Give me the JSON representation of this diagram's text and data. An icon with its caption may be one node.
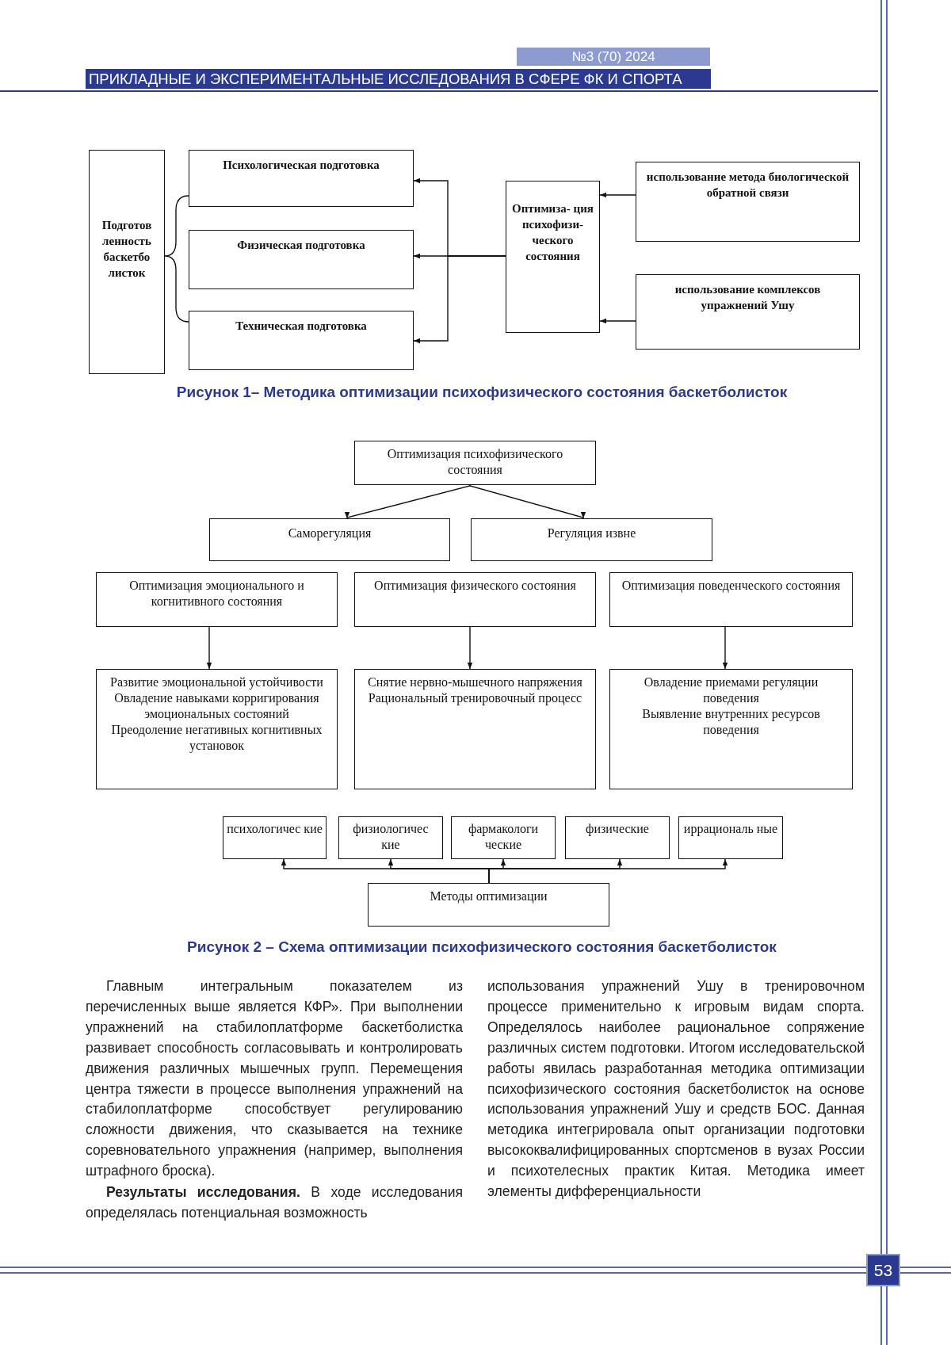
{
  "diagram": {
    "nodes": [
      {
        "text": [
          "Подготов ленность баскетбо листок"
        ]
      },
      {
        "text": [
          "Психологическая подготовка"
        ]
      },
      {
        "text": [
          "Физическая подготовка"
        ]
      },
      {
        "text": [
          "Техническая подготовка"
        ]
      },
      {
        "text": [
          "Оптимиза- ция психофизи- ческого состояния"
        ]
      },
      {
        "text": [
          "использование метода биологической обратной связи"
        ]
      },
      {
        "text": [
          "использование комплексов упражнений Ушу"
        ]
      },
      {
        "text": [
          "Оптимизация психофизического состояния"
        ]
      },
      {
        "text": [
          "Саморегуляция"
        ]
      },
      {
        "text": [
          "Регуляция извне"
        ]
      },
      {
        "text": [
          "Оптимизация эмоционального и когнитивного состояния"
        ]
      },
      {
        "text": [
          "Оптимизация физического состояния"
        ]
      },
      {
        "text": [
          "Оптимизация поведенческого состояния"
        ]
      },
      {
        "text": [
          "Развитие эмоциональной устойчивости",
          "Овладение навыками корригирования эмоциональных состояний",
          "Преодоление негативных когнитивных установок"
        ]
      },
      {
        "text": [
          "Снятие нервно-мышечного напряжения",
          "Рациональный тренировочный процесс"
        ]
      },
      {
        "text": [
          "Овладение приемами регуляции поведения",
          "Выявление внутренних ресурсов поведения"
        ]
      },
      {
        "text": [
          "психологичес кие"
        ]
      },
      {
        "text": [
          "физиологичес кие"
        ]
      },
      {
        "text": [
          "фармакологи ческие"
        ]
      },
      {
        "text": [
          "физические"
        ]
      },
      {
        "text": [
          "иррациональ ные"
        ]
      },
      {
        "text": [
          "Методы оптимизации"
        ]
      }
    ],
    "edges": [
      {
        "from": 5,
        "to": 4,
        "arrow": "to"
      },
      {
        "from": 6,
        "to": 4,
        "arrow": "to"
      },
      {
        "from": 4,
        "to": 1,
        "arrow": "to"
      },
      {
        "from": 4,
        "to": 2,
        "arrow": "to"
      },
      {
        "from": 4,
        "to": 3,
        "arrow": "to"
      },
      {
        "from": 7,
        "to": 8,
        "arrow": "to"
      },
      {
        "from": 7,
        "to": 9,
        "arrow": "to"
      },
      {
        "from": 10,
        "to": 13,
        "arrow": "to"
      },
      {
        "from": 11,
        "to": 14,
        "arrow": "to"
      },
      {
        "from": 12,
        "to": 15,
        "arrow": "to"
      },
      {
        "from": 21,
        "to": 16,
        "arrow": "to"
      },
      {
        "from": 21,
        "to": 17,
        "arrow": "to"
      },
      {
        "from": 21,
        "to": 18,
        "arrow": "to"
      },
      {
        "from": 21,
        "to": 19,
        "arrow": "to"
      },
      {
        "from": 21,
        "to": 20,
        "arrow": "to"
      }
    ],
    "labels": [
      "№3 (70) 2024",
      "ПРИКЛАДНЫЕ И ЭКСПЕРИМЕНТАЛЬНЫЕ ИССЛЕДОВАНИЯ В СФЕРЕ ФК И СПОРТА",
      "Рисунок 1– Методика оптимизации психофизического состояния баскетболисток",
      "Рисунок 2 – Схема оптимизации психофизического состояния баскетболисток",
      "Главным интегральным показателем из перечисленных выше является КФР». При выполнении упражнений на стабилоплатформе баскетболистка развивает способность согласовывать и контролировать движения различных мышечных групп. Перемещения центра тяжести в процессе выполнения упражнений на стабилоплатформе способствует регулированию сложности движения, что сказывается на технике соревновательного упражнения (например, выполнения штрафного броска).",
      "**Результаты исследования.** В ходе исследования определялась потенциальная возможность",
      "использования упражнений Ушу в тренировочном процессе применительно к игровым видам спорта. Определялось наиболее рациональное сопряжение различных систем подготовки. Итогом исследовательской работы явилась разработанная методика оптимизации психофизического состояния баскетболисток на основе использования упражнений Ушу и средств БОС. Данная методика интегрировала опыт организации подготовки высококвалифицированных спортсменов в вузах России и психотелесных практик Китая. Методика имеет элементы дифференциальности",
      "53"
    ]
  }
}
